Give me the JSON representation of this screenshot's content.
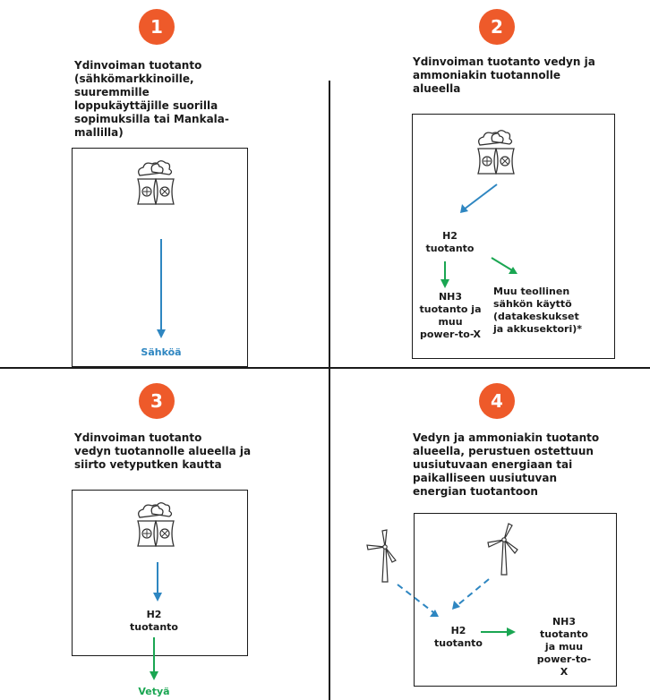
{
  "colors": {
    "badge": "#ee5a2a",
    "blue": "#2e86c1",
    "green": "#1aa652",
    "line": "#1a1a1a"
  },
  "panels": [
    {
      "number": "1",
      "title": "Ydinvoiman tuotanto\n(sähkömarkkinoille,\nsuuremmille\nloppukäyttäjille suorilla\nsopimuksilla tai Mankala-\nmallilla)",
      "output": "Sähköä",
      "icons": [
        "nuclear-plant-icon"
      ]
    },
    {
      "number": "2",
      "title": "Ydinvoiman tuotanto vedyn ja\nammoniakin tuotannolle\nalueella",
      "h2": "H2\ntuotanto",
      "nh3": "NH3\ntuotanto ja\nmuu\npower-to-X",
      "other": "Muu teollinen\nsähkön käyttö\n(datakeskukset\nja akkusektori)*",
      "icons": [
        "nuclear-plant-icon"
      ]
    },
    {
      "number": "3",
      "title": "Ydinvoiman tuotanto\nvedyn tuotannolle alueella ja\nsiirto vetyputken kautta",
      "h2": "H2\ntuotanto",
      "output": "Vetyä",
      "icons": [
        "nuclear-plant-icon"
      ]
    },
    {
      "number": "4",
      "title": "Vedyn ja ammoniakin tuotanto\nalueella, perustuen ostettuun\nuusiutuvaan energiaan tai\npaikalliseen uusiutuvan\nenergian tuotantoon",
      "h2": "H2\ntuotanto",
      "nh3": "NH3\ntuotanto\nja muu\npower-to-\nX",
      "icons": [
        "wind-turbine-icon",
        "wind-turbine-icon"
      ]
    }
  ]
}
